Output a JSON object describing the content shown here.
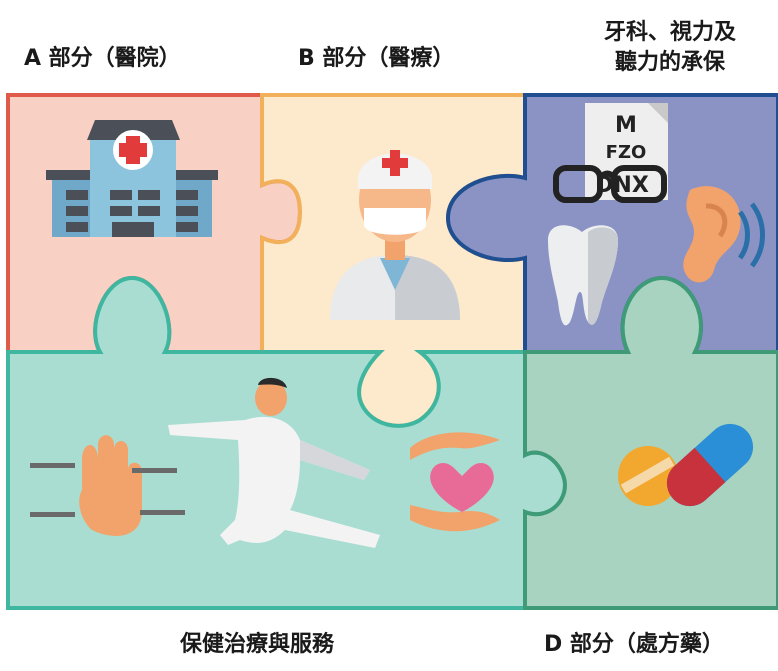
{
  "labels": {
    "part_a": "A 部分（醫院）",
    "part_b": "B 部分（醫療）",
    "dental_line1": "牙科、視力及",
    "dental_line2": "聽力的承保",
    "wellness": "保健治療與服務",
    "part_d": "D 部分（處方藥）"
  },
  "eye_chart": {
    "row1": "M",
    "row2": "FZO",
    "row3": "DNX"
  },
  "colors": {
    "part_a_fill": "#f8d0c4",
    "part_a_border": "#e05a4c",
    "part_b_fill": "#fde9cc",
    "part_b_border": "#f2b05a",
    "dental_fill": "#8a93c4",
    "dental_border": "#1f4f91",
    "wellness_fill": "#a9ddd2",
    "wellness_border": "#3eb6a0",
    "part_d_fill": "#a7d3c0",
    "part_d_border": "#3f9a78"
  },
  "icons": [
    "hospital-icon",
    "doctor-icon",
    "eye-chart-icon",
    "glasses-icon",
    "ear-icon",
    "tooth-icon",
    "acupuncture-hand-icon",
    "tai-chi-icon",
    "heart-hands-icon",
    "pill-icon",
    "capsule-icon"
  ]
}
